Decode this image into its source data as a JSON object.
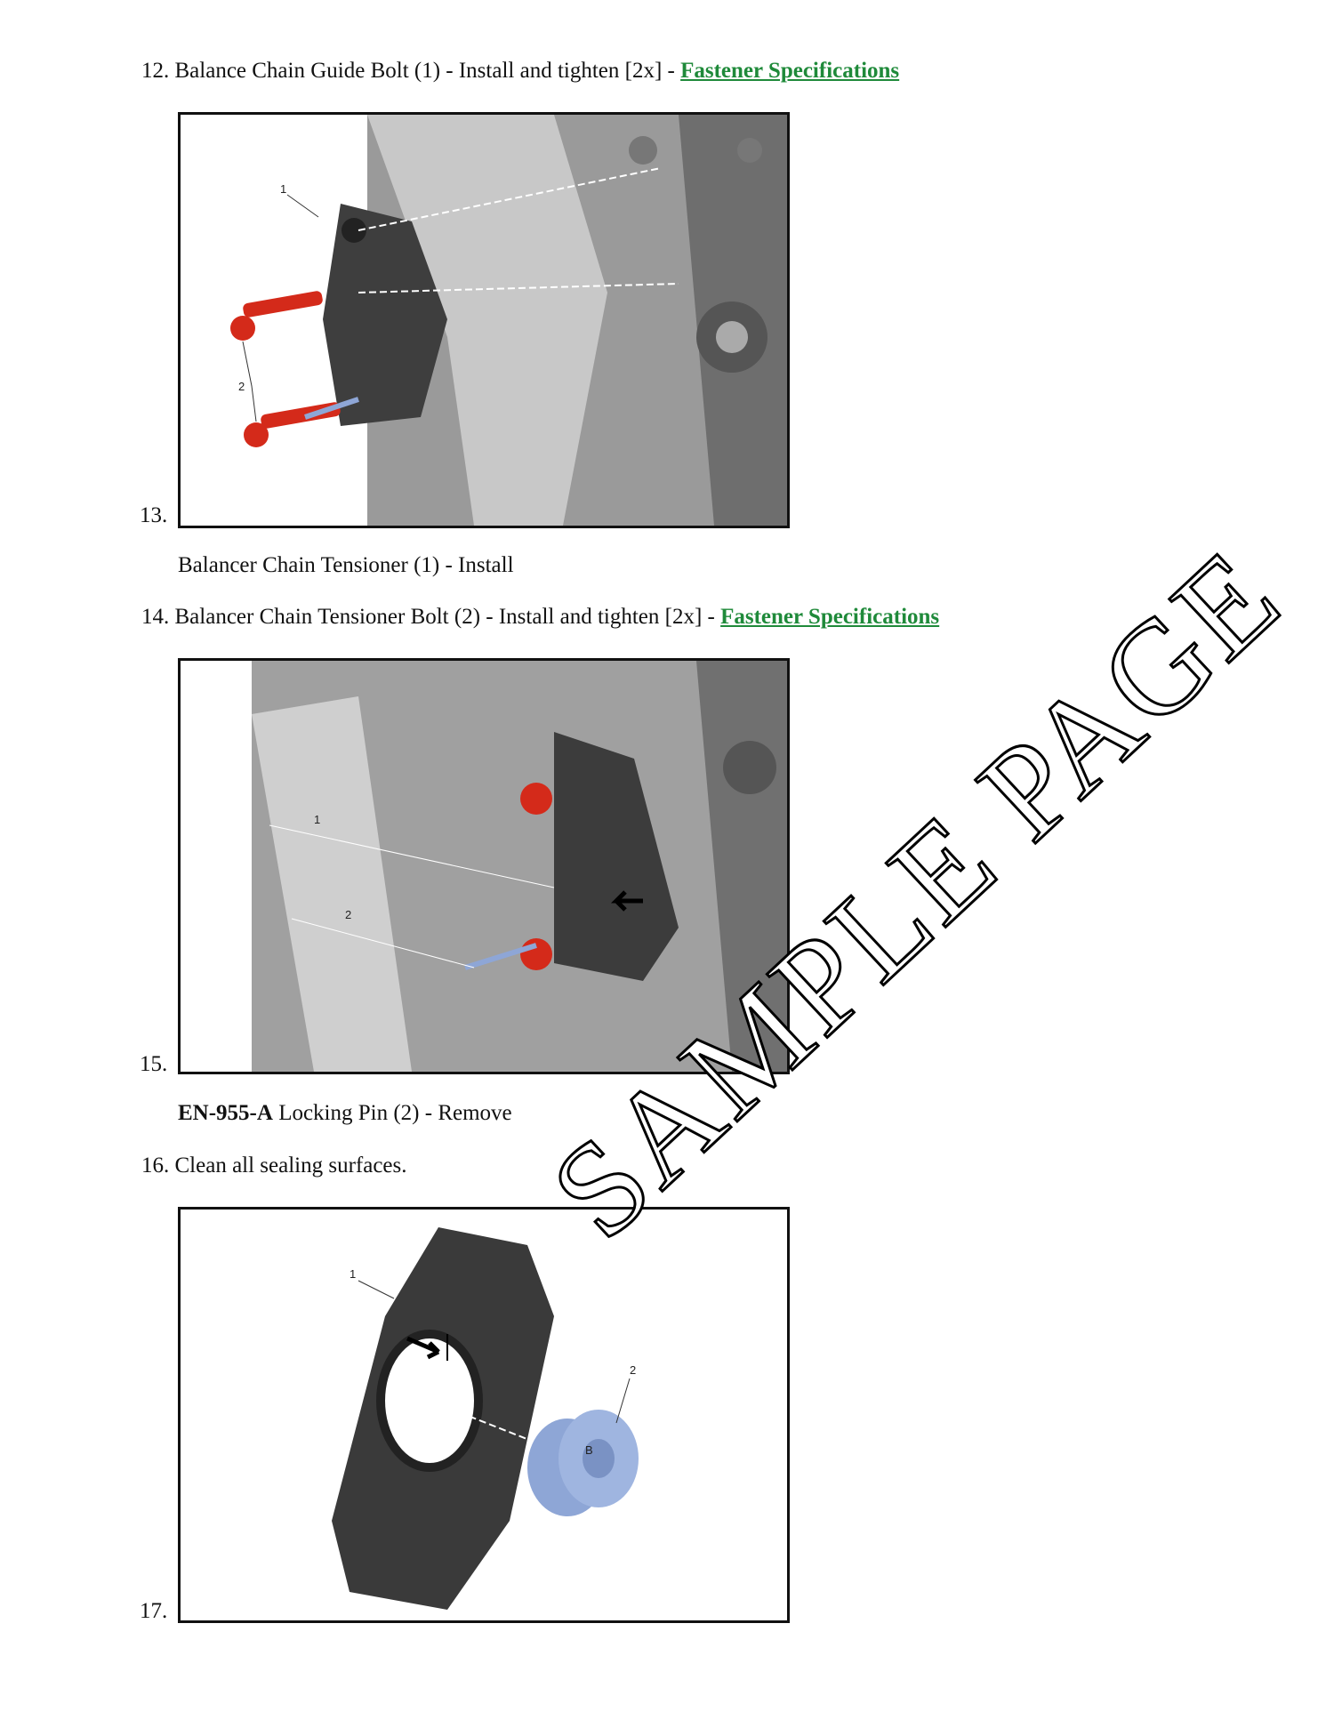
{
  "steps": [
    {
      "number": "12.",
      "text": "Balance Chain Guide Bolt (1) - Install and tighten [2x] - ",
      "link": "Fastener Specifications"
    },
    {
      "number": "13.",
      "caption": "Balancer Chain Tensioner (1) - Install"
    },
    {
      "number": "14.",
      "text": "Balancer Chain Tensioner Bolt (2) - Install and tighten [2x] - ",
      "link": "Fastener Specifications"
    },
    {
      "number": "15.",
      "caption_bold": "EN-955-A",
      "caption": " Locking Pin (2) - Remove"
    },
    {
      "number": "16.",
      "text": "Clean all sealing surfaces."
    },
    {
      "number": "17."
    }
  ],
  "figures": [
    {
      "callouts": [
        "1",
        "2"
      ]
    },
    {
      "callouts": [
        "1",
        "2"
      ]
    },
    {
      "callouts": [
        "1",
        "2",
        "B"
      ]
    }
  ],
  "watermark": "SAMPLE PAGE",
  "colors": {
    "link": "#1f8a3a",
    "bolt": "#d42a1a",
    "tool": "#8ea6d6"
  }
}
